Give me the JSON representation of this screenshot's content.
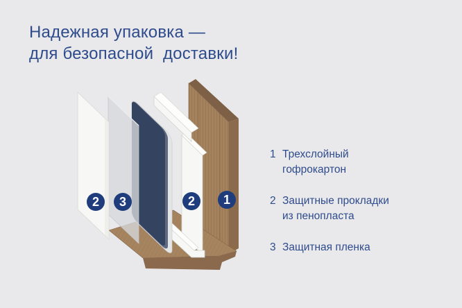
{
  "title": {
    "line1": "Надежная упаковка —",
    "line2": "для безопасной  доставки!"
  },
  "legend": {
    "items": [
      {
        "number": "1",
        "line1": "Трехслойный",
        "line2": "гофрокартон"
      },
      {
        "number": "2",
        "line1": "Защитные прокладки",
        "line2": "из пенопласта"
      },
      {
        "number": "3",
        "line1": "Защитная пленка",
        "line2": ""
      }
    ]
  },
  "illustration": {
    "badges": [
      {
        "number": "2"
      },
      {
        "number": "3"
      },
      {
        "number": "2"
      },
      {
        "number": "1"
      }
    ]
  },
  "colors": {
    "background": "#e9e9eb",
    "accent_text": "#2e4b8c",
    "badge": "#1f3c7c",
    "badge_number": "#ffffff",
    "cardboard_front": "#a5825e",
    "cardboard_top": "#7d6045",
    "cardboard_side": "#8c6b4d",
    "tray_top": "#a6845f",
    "tray_front": "#8a694c",
    "tv_panel": "#344460",
    "tv_rim": "#5f6a80",
    "tv_edge": "#e4e5e7",
    "foam": "#f7f7f5",
    "foam_highlight": "#fdfdfc",
    "film": "#d7d9dd"
  }
}
